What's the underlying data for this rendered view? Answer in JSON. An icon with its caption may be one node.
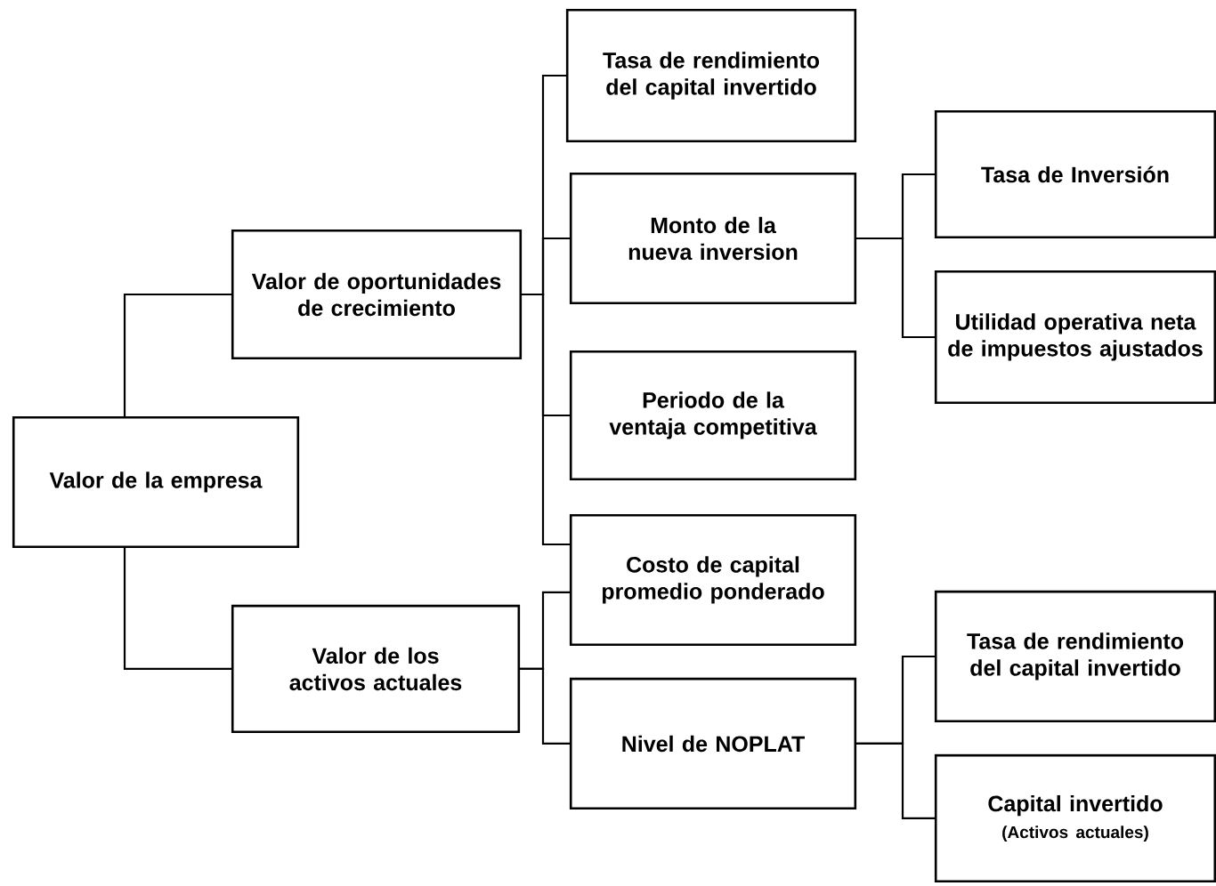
{
  "diagram": {
    "nodes": [
      {
        "text": [
          "Valor de la empresa"
        ]
      },
      {
        "text": [
          "Valor de oportunidades de crecimiento"
        ]
      },
      {
        "text": [
          "Valor de los activos actuales"
        ]
      },
      {
        "text": [
          "Tasa de rendimiento del capital invertido"
        ]
      },
      {
        "text": [
          "Monto de la nueva inversion"
        ]
      },
      {
        "text": [
          "Periodo de la ventaja competitiva"
        ]
      },
      {
        "text": [
          "Costo de capital promedio ponderado"
        ]
      },
      {
        "text": [
          "Nivel de NOPLAT"
        ]
      },
      {
        "text": [
          "Tasa de Inversión"
        ]
      },
      {
        "text": [
          "Utilidad operativa neta de impuestos ajustados"
        ]
      },
      {
        "text": [
          "Tasa de rendimiento del capital invertido"
        ]
      },
      {
        "text": [
          "Capital invertido",
          "(Activos actuales)"
        ]
      }
    ],
    "edges": [
      {
        "from": 0,
        "to": 1,
        "arrow": "none"
      },
      {
        "from": 0,
        "to": 2,
        "arrow": "none"
      },
      {
        "from": 1,
        "to": 3,
        "arrow": "none"
      },
      {
        "from": 1,
        "to": 4,
        "arrow": "none"
      },
      {
        "from": 1,
        "to": 5,
        "arrow": "none"
      },
      {
        "from": 1,
        "to": 6,
        "arrow": "none"
      },
      {
        "from": 2,
        "to": 6,
        "arrow": "none"
      },
      {
        "from": 2,
        "to": 7,
        "arrow": "none"
      },
      {
        "from": 4,
        "to": 8,
        "arrow": "none"
      },
      {
        "from": 4,
        "to": 9,
        "arrow": "none"
      },
      {
        "from": 7,
        "to": 10,
        "arrow": "none"
      },
      {
        "from": 7,
        "to": 11,
        "arrow": "none"
      }
    ]
  }
}
